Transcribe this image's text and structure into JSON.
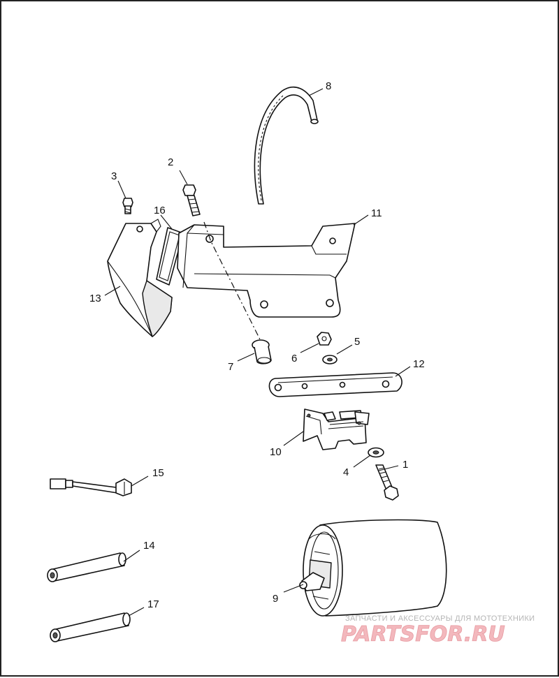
{
  "callouts": [
    "1",
    "2",
    "3",
    "4",
    "5",
    "6",
    "7",
    "8",
    "9",
    "10",
    "11",
    "12",
    "13",
    "14",
    "15",
    "16",
    "17"
  ],
  "watermark": {
    "caption": "ЗАПЧАСТИ И АКСЕССУАРЫ ДЛЯ МОТОТЕХНИКИ",
    "logo": "PARTSFOR.RU"
  }
}
